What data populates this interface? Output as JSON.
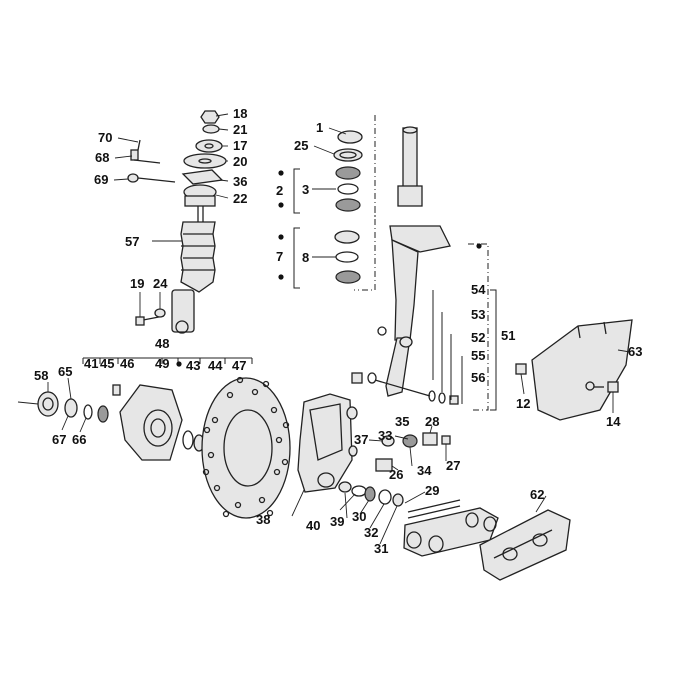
{
  "callouts": [
    "1",
    "2",
    "3",
    "7",
    "8",
    "12",
    "14",
    "17",
    "18",
    "19",
    "20",
    "21",
    "22",
    "24",
    "25",
    "26",
    "27",
    "28",
    "29",
    "30",
    "31",
    "32",
    "33",
    "34",
    "35",
    "36",
    "37",
    "38",
    "39",
    "40",
    "41",
    "43",
    "44",
    "45",
    "46",
    "47",
    "48",
    "49",
    "51",
    "52",
    "53",
    "54",
    "55",
    "56",
    "57",
    "58",
    "62",
    "63",
    "65",
    "66",
    "67",
    "68",
    "69",
    "70"
  ]
}
